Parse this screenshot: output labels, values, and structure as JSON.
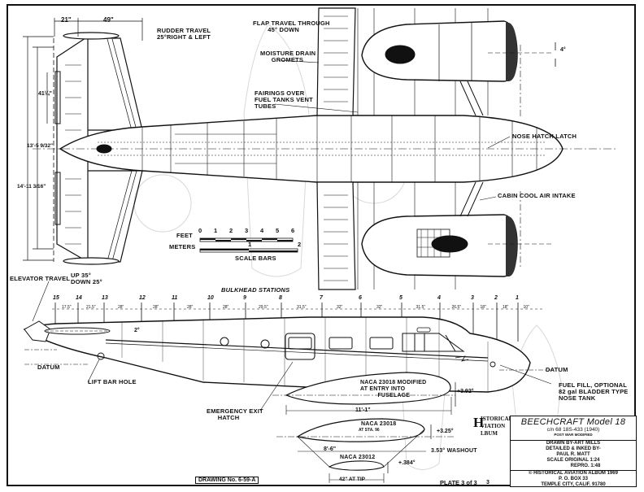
{
  "drawing": {
    "title": "BEECHCRAFT Model 18",
    "serial": "c/n 68  18S-433 (1940)",
    "modification": "POST WAR MODIFIED",
    "drawn_by": "DRAWN BY-ART MILLS",
    "detailed_by": "DETAILED & INKED BY-",
    "detailer": "PAUL R. MATT",
    "scale_original_label": "SCALE  ORIGINAL",
    "scale_original": "1:24",
    "scale_repro_label": "REPRO.",
    "scale_repro": "1:48",
    "copyright": "© HISTORICAL AVIATION ALBUM 1969",
    "po_box": "P. O. BOX 33",
    "address": "TEMPLE CITY, CALIF. 91780",
    "drawing_number": "DRAWING No. 6-59-A",
    "plate": "PLATE  3 of 3",
    "page_number": "3",
    "publisher_logo": [
      "ISTORICAL",
      "VIATION",
      "LBUM"
    ],
    "publisher_initial": "H"
  },
  "callouts": {
    "rudder_travel": "RUDDER TRAVEL\n25°RIGHT & LEFT",
    "flap_travel": "FLAP TRAVEL THROUGH\n        45° DOWN",
    "moisture_drain": "MOISTURE DRAIN\n      GROMETS",
    "fairings": "FAIRINGS OVER\nFUEL TANKS VENT\nTUBES",
    "nose_hatch": "NOSE HATCH LATCH",
    "cabin_air": "CABIN COOL AIR INTAKE",
    "elevator_travel": "ELEVATOR TRAVEL",
    "elevator_values": "UP 35°\nDOWN 25°",
    "datum_left": "DATUM",
    "datum_right": "DATUM",
    "lift_bar": "LIFT BAR HOLE",
    "emergency_exit": "EMERGENCY EXIT\n      HATCH",
    "fuel_fill": "FUEL FILL, OPTIONAL\n82 gal BLADDER TYPE\nNOSE TANK",
    "bulkhead_title": "BULKHEAD STATIONS",
    "naca_root": "NACA 23018 MODIFIED\nAT ENTRY INTO\n          FUSELAGE",
    "naca_mid": "NACA 23018",
    "naca_mid_sub": "AT STA. 96",
    "naca_tip": "NACA 23012",
    "washout": "3.53° WASHOUT"
  },
  "dimensions": {
    "tail_offset": "21\"",
    "tail_chord": "49\"",
    "elevator_span": "41¼\"",
    "half_span_a": "13'-5 9/32\"",
    "half_span_b": "14'-11 3/16\"",
    "nacelle_angle": "4°",
    "tail_incidence": "2°",
    "root_chord": "11'-1\"",
    "root_twist": "+3.92°",
    "mid_chord": "8'-6\"",
    "mid_twist": "+3.25°",
    "tip_chord": "42\" AT TIP",
    "tip_twist": "+.384°"
  },
  "scale_bars": {
    "feet_label": "FEET",
    "meters_label": "METERS",
    "caption": "SCALE BARS",
    "feet_ticks": [
      "0",
      "1",
      "2",
      "3",
      "4",
      "5",
      "6"
    ],
    "meters_ticks": [
      "1",
      "2"
    ]
  },
  "bulkhead_stations": {
    "numbers": [
      "15",
      "14",
      "13",
      "12",
      "11",
      "10",
      "9",
      "8",
      "7",
      "6",
      "5",
      "4",
      "3",
      "2",
      "1"
    ],
    "spacings": [
      "17.5\"",
      "21.5\"",
      "28\"",
      "28\"",
      "28\"",
      "28\"",
      "29.5\"",
      "31.5\"",
      "32\"",
      "32\"",
      "31.5\"",
      "26.5\"",
      "18\"",
      "18\"",
      "10\""
    ]
  }
}
